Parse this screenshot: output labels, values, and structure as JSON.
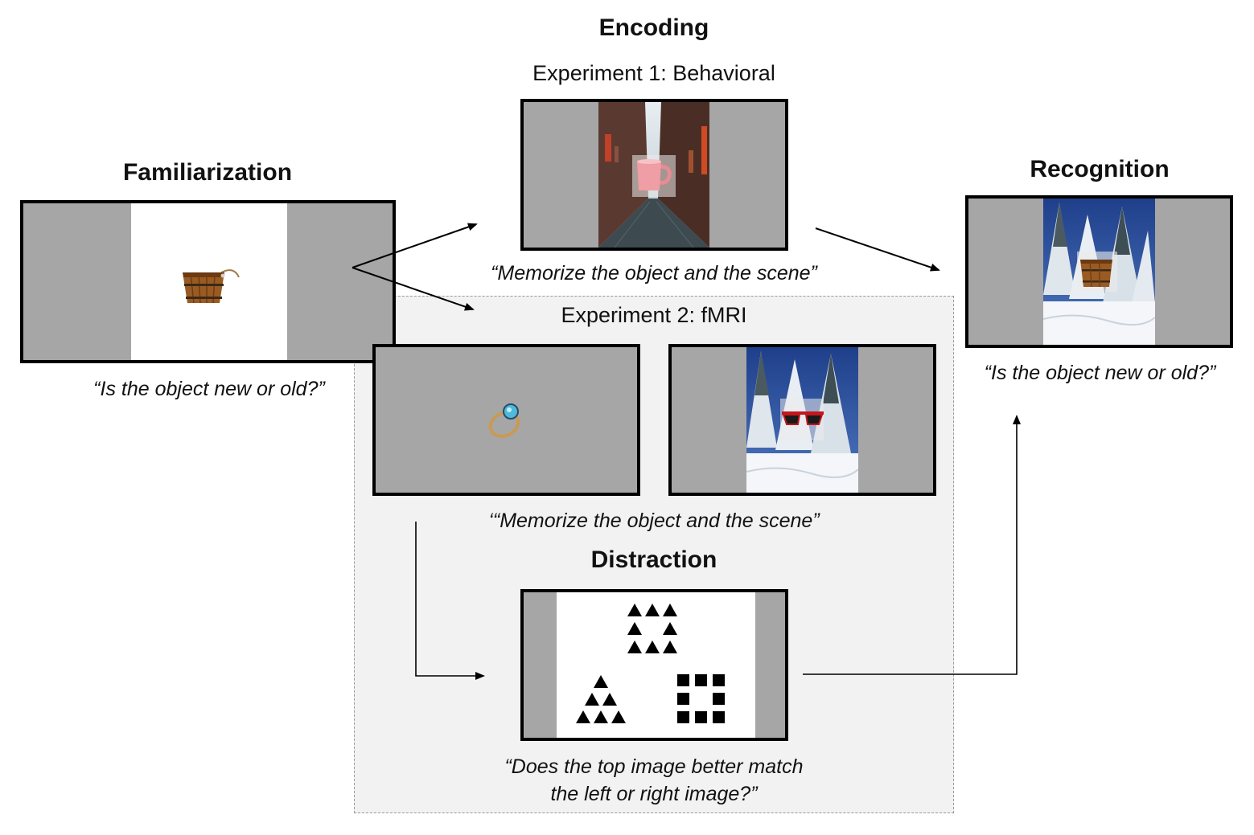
{
  "familiarization": {
    "title": "Familiarization",
    "caption": "“Is the object new or old?”",
    "object_icon": "bucket-icon"
  },
  "encoding": {
    "title": "Encoding",
    "experiment1": {
      "label": "Experiment 1: Behavioral",
      "caption": "“Memorize the object and the scene”",
      "object_icon": "mug-icon",
      "scene": "alley-scene"
    },
    "experiment2": {
      "label": "Experiment 2: fMRI",
      "caption": "‘“Memorize the object and the scene”",
      "object_icons": [
        "ring-icon",
        "sunglasses-icon"
      ],
      "scene": "snowy-forest-scene"
    }
  },
  "distraction": {
    "title": "Distraction",
    "caption_line1": "“Does the top image better match",
    "caption_line2": "the left or right image?”"
  },
  "recognition": {
    "title": "Recognition",
    "caption": "“Is the object new or old?”",
    "object_icon": "bucket-icon",
    "scene": "snowy-forest-scene"
  },
  "colors": {
    "screen_gray": "#a6a6a6",
    "fmri_region_bg": "#f2f2f2",
    "border": "#000000"
  }
}
